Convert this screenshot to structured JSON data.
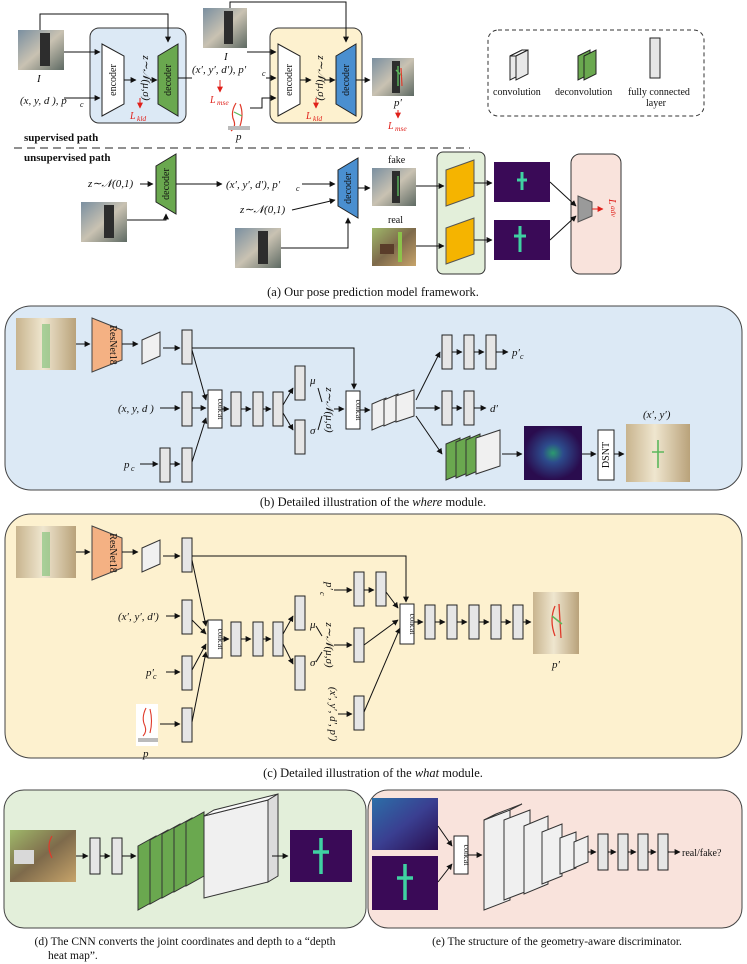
{
  "panel_a": {
    "caption": "(a) Our pose prediction model framework.",
    "supervised_label": "supervised path",
    "unsupervised_label": "unsupervised path",
    "input_I": "I",
    "input_xyd": "(x, y, d ), p",
    "input_xyd_sub": "c",
    "encoder": "encoder",
    "decoder": "decoder",
    "z_dist": "z∼𝒩(μ,σ)",
    "z_prior": "z∼𝒩(0,1)",
    "out_xyd": "(x′, y′, d′), p′",
    "out_xyd_sub": "c",
    "p_prime": "p′",
    "p_label": "p",
    "L_kld": "L",
    "L_kld_sub": "kld",
    "L_mse": "L",
    "L_mse_sub": "mse",
    "L_adv": "L",
    "L_adv_sub": "adv",
    "fake": "fake",
    "real": "real"
  },
  "legend": {
    "convolution": "convolution",
    "deconvolution": "deconvolution",
    "fully_connected": "fully connected",
    "layer": "layer"
  },
  "panel_b": {
    "caption_pre": "(b) Detailed illustration of the ",
    "caption_em": "where",
    "caption_post": " module.",
    "resnet": "ResNet18",
    "xyd": "(x, y, d )",
    "pc": "p",
    "pc_sub": "c",
    "concat": "concat",
    "mu": "μ",
    "sigma": "σ",
    "z": "z∼𝒩(μ,σ)",
    "out_pc": "p′",
    "out_pc_sub": "c",
    "out_d": "d′",
    "out_xy": "(x′, y′)",
    "dsnt": "DSNT"
  },
  "panel_c": {
    "caption_pre": "(c) Detailed illustration of the ",
    "caption_em": "what",
    "caption_post": " module.",
    "resnet": "ResNet18",
    "xyd": "(x′, y′, d′)",
    "pc": "p′",
    "pc_sub": "c",
    "p": "p",
    "concat": "concat",
    "mu": "μ",
    "sigma": "σ",
    "z": "z∼𝒩(μ,σ)",
    "in_pc": "p′",
    "in_pc_sub": "c",
    "in_xyd": "(x′, y′, d′, p′)",
    "out_p": "p′"
  },
  "panel_d": {
    "caption_line1": "(d) The CNN converts the joint coordinates and depth to a “depth",
    "caption_line2": "heat map”."
  },
  "panel_e": {
    "caption": "(e) The structure  of the geometry-aware discriminator.",
    "concat": "concat",
    "out": "real/fake?"
  },
  "colors": {
    "blue_bg": "#dce9f5",
    "yellow_bg": "#fdf1cf",
    "green_bg": "#e3efda",
    "pink_bg": "#f9e3dc",
    "encoder": "#ffffff",
    "decoder_green": "#6aa84f",
    "decoder_blue": "#4a8fd0",
    "resnet": "#f4b183",
    "gold": "#f5b400",
    "heatmap": "#3a0a57"
  }
}
